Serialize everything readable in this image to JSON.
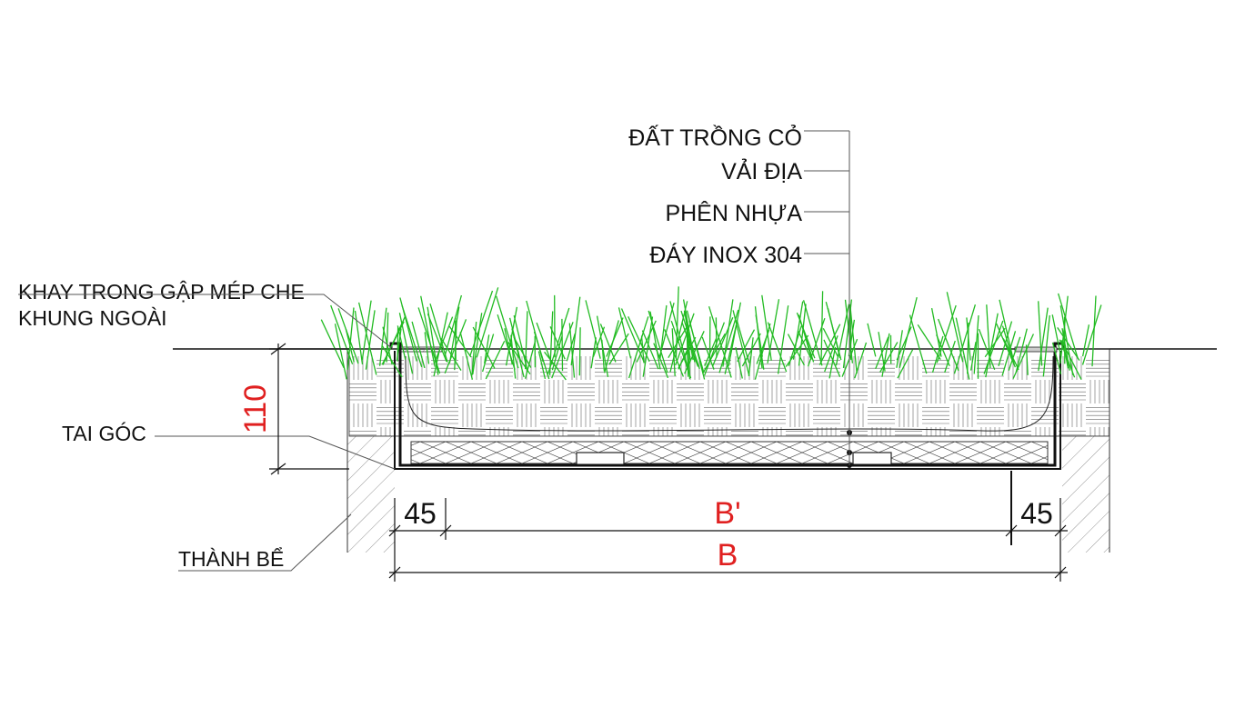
{
  "labels": {
    "soil": "ĐẤT TRỒNG CỎ",
    "fabric": "VẢI ĐỊA",
    "plastic_panel": "PHÊN NHỰA",
    "inox_bottom": "ĐÁY INOX 304",
    "inner_tray_line1": "KHAY TRONG GẬP MÉP  CHE",
    "inner_tray_line2": "KHUNG NGOÀI",
    "corner_lug": "TAI GÓC",
    "tank_wall": "THÀNH BỂ"
  },
  "dimensions": {
    "height": "110",
    "left_flange": "45",
    "right_flange": "45",
    "inner_width": "B'",
    "outer_width": "B"
  },
  "colors": {
    "grass": "#22bb22",
    "dimension_red": "#e02020",
    "line": "#111111",
    "hatch": "#777777"
  }
}
